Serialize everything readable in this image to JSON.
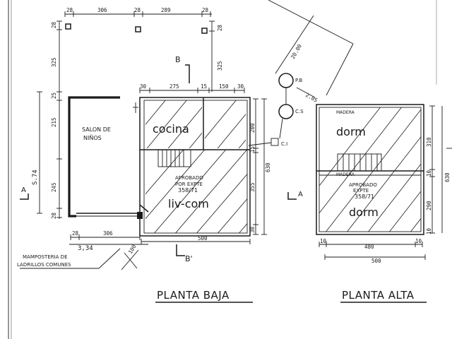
{
  "planta_baja": {
    "title": "PLANTA BAJA",
    "rooms": {
      "salon": "SALON DE NIÑOS",
      "cocina": "cocina",
      "liv": "liv-com"
    },
    "stamp": {
      "line1": "APROBADO",
      "line2": "POR EXPTE",
      "line3": "358/71"
    },
    "top_dims": [
      "28",
      "306",
      "28",
      "289",
      "28"
    ],
    "house_dims": [
      "30",
      "275",
      "15",
      "150",
      "30"
    ],
    "left_dims": [
      "28",
      "325",
      "25",
      "215",
      "S.74",
      "245",
      "28"
    ],
    "right_dims": [
      "28",
      "325"
    ],
    "side_dims": [
      "200",
      "15",
      "355",
      "30",
      "630"
    ],
    "bottom_dims": [
      "28",
      "306",
      "3,34",
      "100",
      "500"
    ],
    "note": "MAMPOSTERIA DE LADRILLOS COMUNES",
    "section_marks": [
      "A",
      "A",
      "B",
      "B'"
    ],
    "site_dims": [
      "20.00",
      "2.05"
    ],
    "fixtures": [
      "P.B",
      "C.S",
      "C.I"
    ]
  },
  "planta_alta": {
    "title": "PLANTA ALTA",
    "rooms": {
      "dorm_top": "dorm",
      "dorm_bottom": "dorm"
    },
    "labels": {
      "madera_top": "MADERA",
      "madera_mid": "MADERA"
    },
    "stamp": {
      "line1": "APROBADO",
      "line2": "EXPTE",
      "line3": "358/71"
    },
    "right_dims": [
      "310",
      "10",
      "290",
      "10",
      "630"
    ],
    "bottom_dims": [
      "10",
      "480",
      "10",
      "500"
    ]
  }
}
